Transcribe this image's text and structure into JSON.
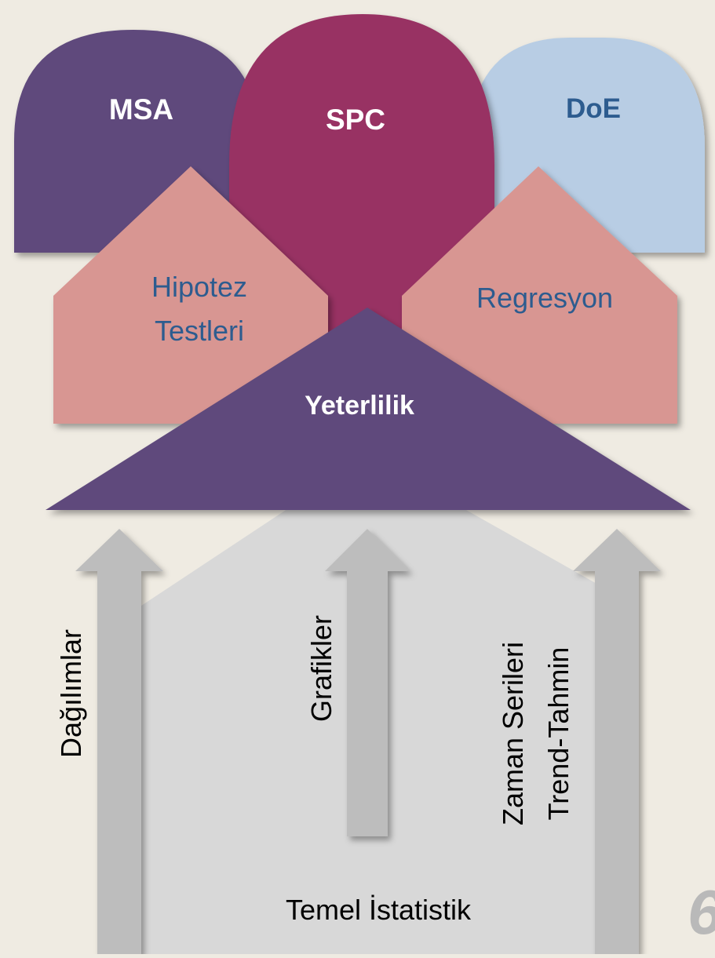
{
  "colors": {
    "background": "#efebe2",
    "msa": "#5e4a7b",
    "spc": "#983263",
    "doe": "#b8cde4",
    "doe_text": "#2d5c8f",
    "pink_house": "#d89692",
    "house_text": "#2d5c8f",
    "yeterlilik": "#5e4a7b",
    "base_house": "#d8d8d8",
    "arrow": "#bdbdbd"
  },
  "domes": {
    "msa": "MSA",
    "spc": "SPC",
    "doe": "DoE"
  },
  "houses": {
    "hipotez_line1": "Hipotez",
    "hipotez_line2": "Testleri",
    "regresyon": "Regresyon"
  },
  "roof": {
    "label": "Yeterlilik"
  },
  "arrows": {
    "dagilimlar": "Dağılımlar",
    "grafikler": "Grafikler",
    "zaman_line1": "Zaman Serileri",
    "zaman_line2": "Trend-Tahmin"
  },
  "base": {
    "label": "Temel İstatistik"
  },
  "corner_mark": "6"
}
